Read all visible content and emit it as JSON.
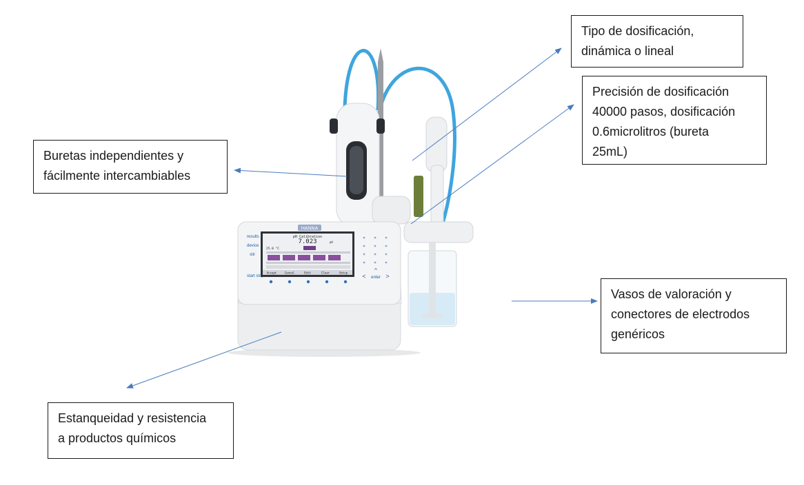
{
  "callouts": {
    "dosing_type": {
      "lines": [
        "Tipo de dosificación,",
        "dinámica o lineal"
      ]
    },
    "dosing_precision": {
      "lines": [
        "Precisión de dosificación",
        "40000 pasos, dosificación",
        "0.6microlitros (bureta",
        "25mL)"
      ]
    },
    "burettes": {
      "lines": [
        "Buretas independientes y",
        "fácilmente intercambiables"
      ]
    },
    "beakers": {
      "lines": [
        "Vasos de valoración y",
        "conectores de electrodos",
        "genéricos"
      ]
    },
    "sealing": {
      "lines": [
        "Estanqueidad y resistencia",
        "a productos químicos"
      ]
    }
  },
  "device": {
    "brand": "HANNA",
    "side_buttons": [
      "results",
      "device",
      "stir",
      "",
      "start stop"
    ],
    "screen": {
      "title": "pH Calibration",
      "reading": "7.023",
      "reading_unit": "pH",
      "temp": "25.0 °C",
      "footer_keys": [
        "Accept",
        "Cancel",
        "Edit",
        "Clear",
        "Setup"
      ]
    },
    "enter_label": "enter"
  },
  "colors": {
    "arrow": "#4a7bbf",
    "tube": "#3fa5dd",
    "button_text": "#1f5fa8"
  }
}
